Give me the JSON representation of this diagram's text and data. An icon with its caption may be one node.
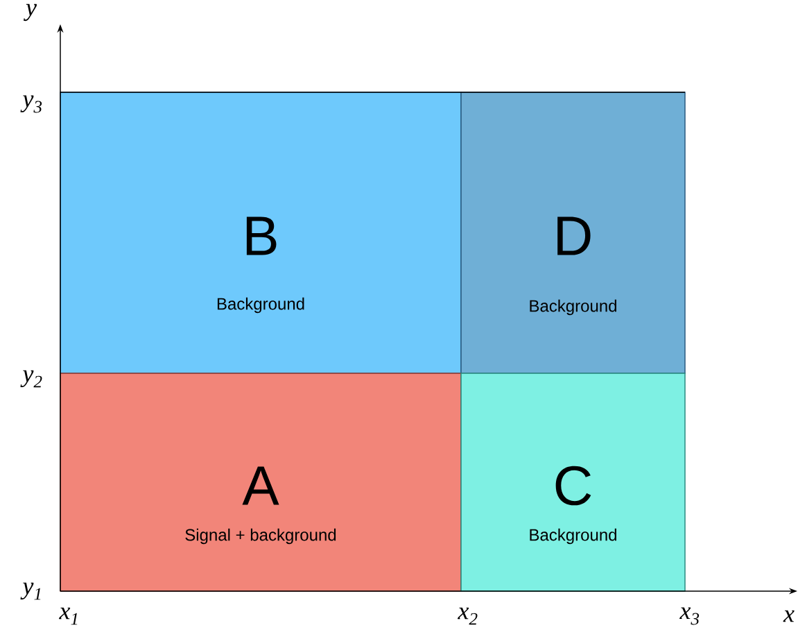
{
  "diagram": {
    "nodes": [
      {
        "text": [
          "B",
          "Background"
        ]
      },
      {
        "text": [
          "D",
          "Background"
        ]
      },
      {
        "text": [
          "A",
          "Signal + background"
        ]
      },
      {
        "text": [
          "C",
          "Background"
        ]
      }
    ],
    "labels": [
      "y",
      "y$_{3}$",
      "y$_{2}$",
      "y$_{1}$",
      "x$_{1}$",
      "x$_{2}$",
      "x$_{3}$",
      "x"
    ]
  }
}
